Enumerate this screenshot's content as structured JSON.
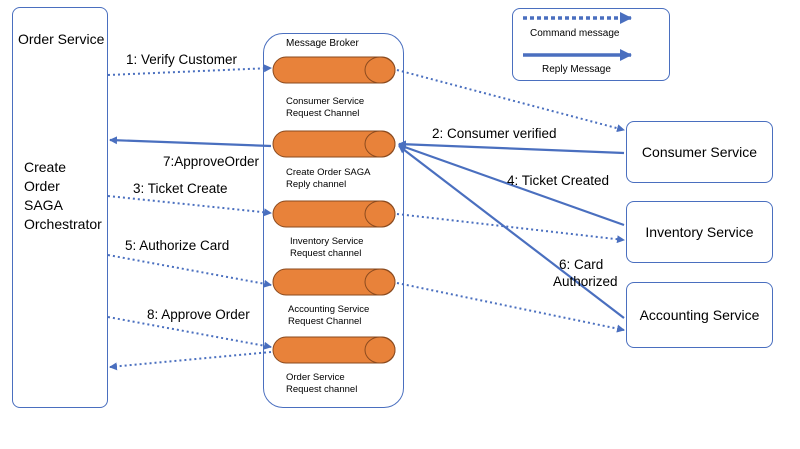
{
  "order_service": {
    "title": "Order Service",
    "orchestrator_lines": [
      "Create",
      "Order",
      "SAGA",
      "Orchestrator"
    ]
  },
  "broker": {
    "title": "Message Broker",
    "channels": [
      {
        "line1": "Consumer Service",
        "line2": "Request Channel"
      },
      {
        "line1": "Create Order SAGA",
        "line2": "Reply channel"
      },
      {
        "line1": "Inventory Service",
        "line2": "Request channel"
      },
      {
        "line1": "Accounting Service",
        "line2": "Request Channel"
      },
      {
        "line1": "Order Service",
        "line2": "Request channel"
      }
    ]
  },
  "services": {
    "consumer": "Consumer Service",
    "inventory": "Inventory Service",
    "accounting": "Accounting Service"
  },
  "legend": {
    "command": "Command message",
    "reply": "Reply Message"
  },
  "edges": {
    "verify_customer": "1: Verify Customer",
    "consumer_verified": "2: Consumer verified",
    "ticket_create": "3: Ticket Create",
    "ticket_created": "4: Ticket Created",
    "authorize_card": "5: Authorize Card",
    "card_authorized_1": "6: Card",
    "card_authorized_2": "Authorized",
    "approve_order_reply": "7:ApproveOrder",
    "approve_order": "8: Approve Order"
  },
  "colors": {
    "arrow": "#4a6fbf",
    "channel_fill": "#e8823a",
    "channel_stroke": "#8a4a1e"
  }
}
